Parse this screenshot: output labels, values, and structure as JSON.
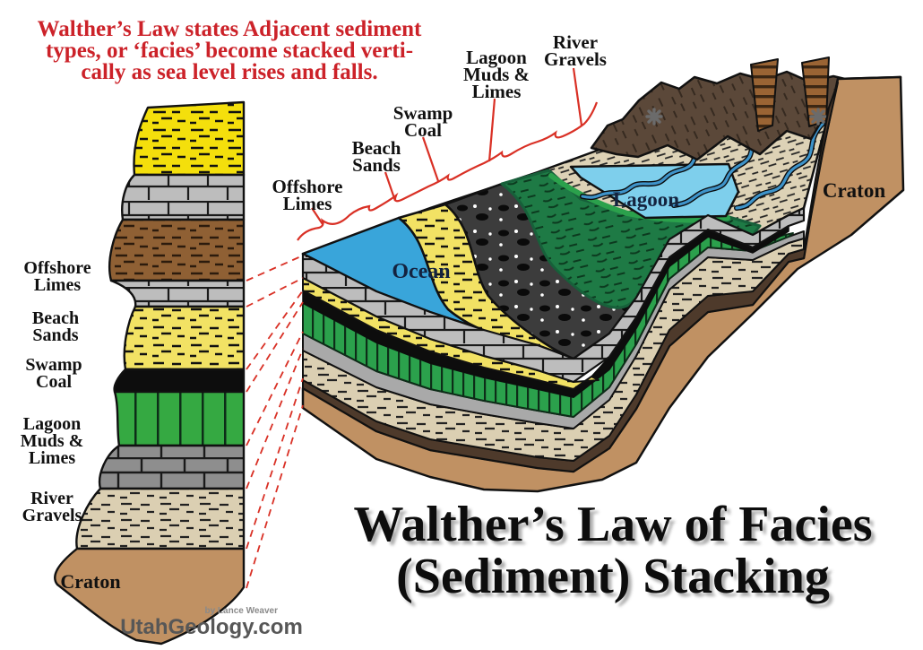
{
  "note": {
    "line1": "Walther’s Law states Adjacent sediment",
    "line2": "types, or ‘facies’ become stacked verti-",
    "line3": "cally as sea level rises and falls."
  },
  "title": {
    "line1": "Walther’s Law of Facies",
    "line2": "(Sediment) Stacking"
  },
  "credit": {
    "byline": "by Lance Weaver",
    "site": "UtahGeology.com"
  },
  "facies": [
    {
      "line1": "Offshore",
      "line2": "Limes"
    },
    {
      "line1": "Beach",
      "line2": "Sands"
    },
    {
      "line1": "Swamp",
      "line2": "Coal"
    },
    {
      "line1": "Lagoon",
      "line2": "Muds &",
      "line3": "Limes"
    },
    {
      "line1": "River",
      "line2": "Gravels"
    }
  ],
  "environments": {
    "ocean": "Ocean",
    "lagoon": "Lagoon",
    "craton": "Craton"
  },
  "colors": {
    "note_red": "#cc2229",
    "annotation_red": "#d93025",
    "ocean_blue": "#39a5da",
    "lagoon_blue": "#7ecfec",
    "river_blue": "#3e93c9",
    "column_yellow": "#f4df0c",
    "beach_yellow": "#f2e264",
    "limestone_gray": "#bdbdbd",
    "lower_limestone_gray": "#9a9a9a",
    "soil_brown": "#8f6034",
    "coal_black": "#111111",
    "lagoon_green": "#35a942",
    "mud_green": "#1e7a45",
    "gravel_tan": "#dbcfb2",
    "craton_tan": "#c09163",
    "mountain_brown": "#5b4839",
    "title_black": "#0d0d0d",
    "credit_gray": "#575757"
  }
}
